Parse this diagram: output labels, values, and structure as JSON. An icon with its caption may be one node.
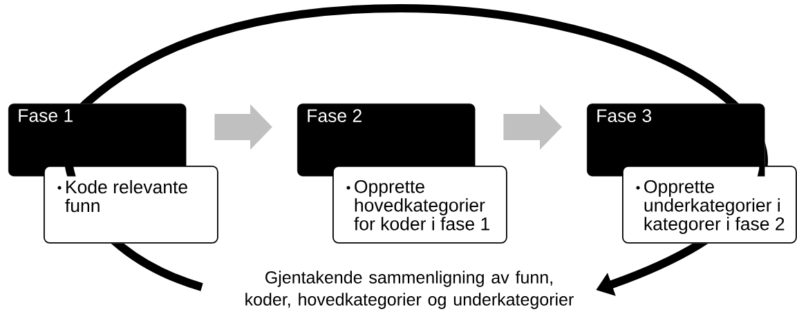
{
  "diagram": {
    "nodes": [
      {
        "text": [
          "Fase 1"
        ]
      },
      {
        "text": [
          "Kode relevante funn"
        ]
      },
      {
        "text": [
          "Fase 2"
        ]
      },
      {
        "text": [
          "Opprette hovedkategorier for koder i fase 1"
        ]
      },
      {
        "text": [
          "Fase 3"
        ]
      },
      {
        "text": [
          "Opprette underkategorier i kategorer i fase 2"
        ]
      },
      {
        "text": [
          "Gjentakende sammenligning av funn, koder, hovedkategorier og underkategorier"
        ]
      }
    ],
    "edges": [
      {
        "from": 0,
        "to": 2,
        "arrow": "to",
        "color": "#c0c0c0"
      },
      {
        "from": 2,
        "to": 4,
        "arrow": "to",
        "color": "#c0c0c0"
      },
      {
        "from": null,
        "to": 6,
        "arrow": "to",
        "color": "#000000"
      }
    ]
  }
}
